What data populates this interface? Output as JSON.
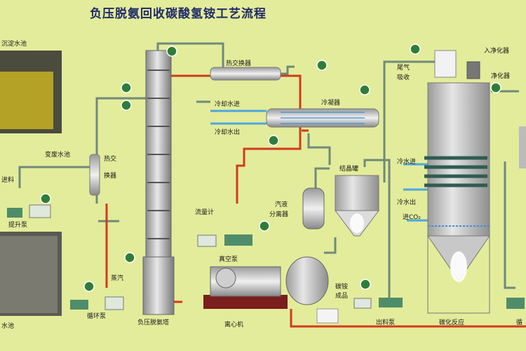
{
  "title": "负压脱氨回收碳酸氢铵工艺流程",
  "labels": {
    "top_pool": "沉淀水池",
    "bottom_pool": "水池",
    "waste_water_heat": "变废水池",
    "heat_exchanger_a": "热交",
    "heat_exchanger_b": "换器",
    "feed": "进料",
    "lift_pump": "提升泵",
    "circ_pump": "循环泵",
    "steam": "蒸汽",
    "column": "负压脱氨塔",
    "hx_top": "热交换器",
    "cold_in": "冷却水进",
    "cold_out": "冷却水出",
    "condenser": "冷凝器",
    "flowmeter": "流量计",
    "separator_a": "汽液",
    "separator_b": "分离器",
    "crystallizer": "结晶罐",
    "vacuum_pump": "真空泵",
    "centrifuge": "离心机",
    "ammonia_bicarb_a": "碳铵",
    "ammonia_bicarb_b": "成品",
    "out_pump": "出料泵",
    "co2_in": "进CO₂",
    "cool_in_r": "冷水进",
    "cool_out_r": "冷水出",
    "tail_gas": "尾气",
    "absorb": "吸收",
    "top_right_a": "入净化器",
    "top_right_b": "净化器",
    "reactor": "碳化反应",
    "right_pump": "循"
  }
}
